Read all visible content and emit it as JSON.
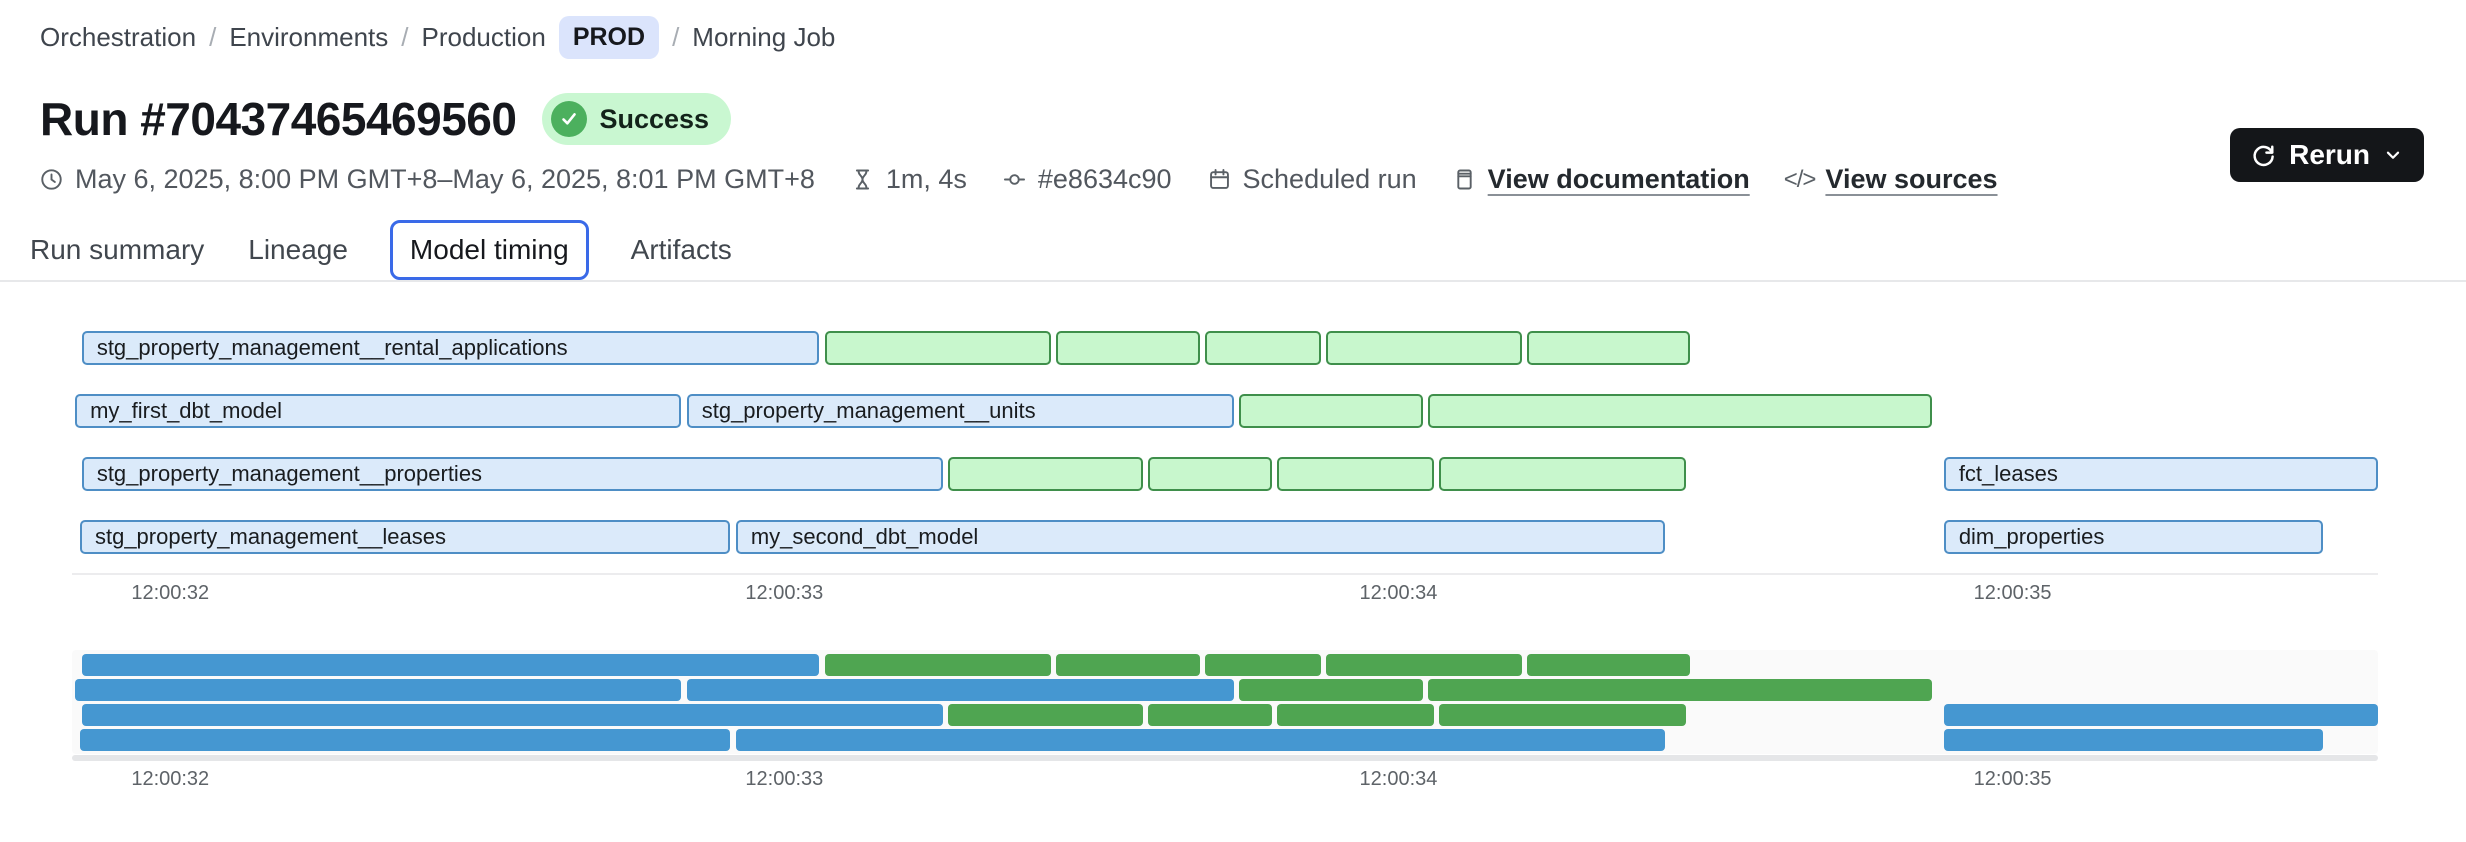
{
  "breadcrumb": {
    "separator": "/",
    "orchestration": "Orchestration",
    "environments": "Environments",
    "production": "Production",
    "env_badge": "PROD",
    "job": "Morning Job"
  },
  "header": {
    "title": "Run #70437465469560",
    "status": "Success",
    "rerun_label": "Rerun"
  },
  "meta": {
    "time_range": "May 6, 2025, 8:00 PM GMT+8–May 6, 2025, 8:01 PM GMT+8",
    "duration": "1m, 4s",
    "commit": "#e8634c90",
    "trigger": "Scheduled run",
    "docs_label": "View documentation",
    "sources_label": "View sources"
  },
  "tabs": [
    {
      "label": "Run summary",
      "active": false
    },
    {
      "label": "Lineage",
      "active": false
    },
    {
      "label": "Model timing",
      "active": true
    },
    {
      "label": "Artifacts",
      "active": false
    }
  ],
  "colors": {
    "model_fill": "#dbeafa",
    "model_border": "#4e8ec5",
    "test_fill": "#c8f7cd",
    "test_border": "#3f8f4b",
    "model_solid": "#4597d1",
    "test_solid": "#4fa551",
    "accent_tab": "#3a6ae8",
    "success_bg": "#c9f7d1",
    "success_icon": "#4cb05e",
    "env_badge_bg": "#dbe4fc",
    "rerun_bg": "#141619"
  },
  "chart_data": {
    "type": "gantt",
    "title": "Model timing",
    "x_axis": {
      "t_min": 31.84,
      "t_max": 35.595,
      "unit": "seconds after 12:00:00",
      "ticks": [
        {
          "label": "12:00:32",
          "t": 32
        },
        {
          "label": "12:00:33",
          "t": 33
        },
        {
          "label": "12:00:34",
          "t": 34
        },
        {
          "label": "12:00:35",
          "t": 35
        }
      ]
    },
    "has_navigator_minimap": true,
    "rows": [
      {
        "bars": [
          {
            "label": "stg_property_management__rental_applications",
            "kind": "model",
            "start": 31.856,
            "end": 33.056
          },
          {
            "label": "",
            "kind": "test",
            "start": 33.066,
            "end": 33.434
          },
          {
            "label": "",
            "kind": "test",
            "start": 33.442,
            "end": 33.676
          },
          {
            "label": "",
            "kind": "test",
            "start": 33.685,
            "end": 33.874
          },
          {
            "label": "",
            "kind": "test",
            "start": 33.882,
            "end": 34.201
          },
          {
            "label": "",
            "kind": "test",
            "start": 34.209,
            "end": 34.474
          }
        ]
      },
      {
        "bars": [
          {
            "label": "my_first_dbt_model",
            "kind": "model",
            "start": 31.845,
            "end": 32.832
          },
          {
            "label": "stg_property_management__units",
            "kind": "model",
            "start": 32.841,
            "end": 33.732
          },
          {
            "label": "",
            "kind": "test",
            "start": 33.74,
            "end": 34.04
          },
          {
            "label": "",
            "kind": "test",
            "start": 34.048,
            "end": 34.868
          }
        ]
      },
      {
        "bars": [
          {
            "label": "stg_property_management__properties",
            "kind": "model",
            "start": 31.856,
            "end": 33.258
          },
          {
            "label": "",
            "kind": "test",
            "start": 33.266,
            "end": 33.584
          },
          {
            "label": "",
            "kind": "test",
            "start": 33.592,
            "end": 33.794
          },
          {
            "label": "",
            "kind": "test",
            "start": 33.802,
            "end": 34.058
          },
          {
            "label": "",
            "kind": "test",
            "start": 34.066,
            "end": 34.468
          },
          {
            "label": "fct_leases",
            "kind": "model",
            "start": 34.888,
            "end": 35.595
          }
        ]
      },
      {
        "bars": [
          {
            "label": "stg_property_management__leases",
            "kind": "model",
            "start": 31.853,
            "end": 32.911
          },
          {
            "label": "my_second_dbt_model",
            "kind": "model",
            "start": 32.921,
            "end": 34.434
          },
          {
            "label": "dim_properties",
            "kind": "model",
            "start": 34.888,
            "end": 35.505
          }
        ]
      }
    ]
  }
}
